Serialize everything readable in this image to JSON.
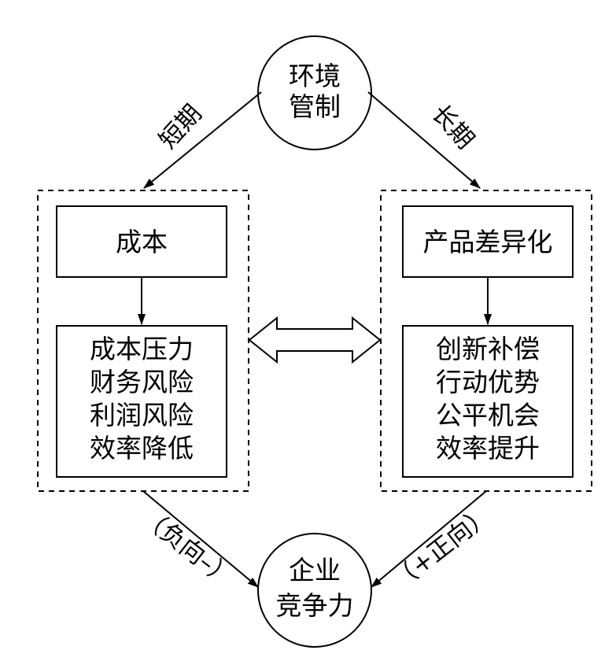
{
  "nodes": {
    "environment": [
      "环境",
      "管制"
    ],
    "competitiveness": [
      "企业",
      "竞争力"
    ],
    "cost": "成本",
    "differentiation": "产品差异化",
    "cost_effects": [
      "成本压力",
      "财务风险",
      "利润风险",
      "效率降低"
    ],
    "diff_effects": [
      "创新补偿",
      "行动优势",
      "公平机会",
      "效率提升"
    ]
  },
  "edges": {
    "short_term": "短期",
    "long_term": "长期",
    "negative": "（负向–）",
    "positive": "（+正向）"
  },
  "colors": {
    "line": "#000000",
    "background": "#ffffff"
  }
}
